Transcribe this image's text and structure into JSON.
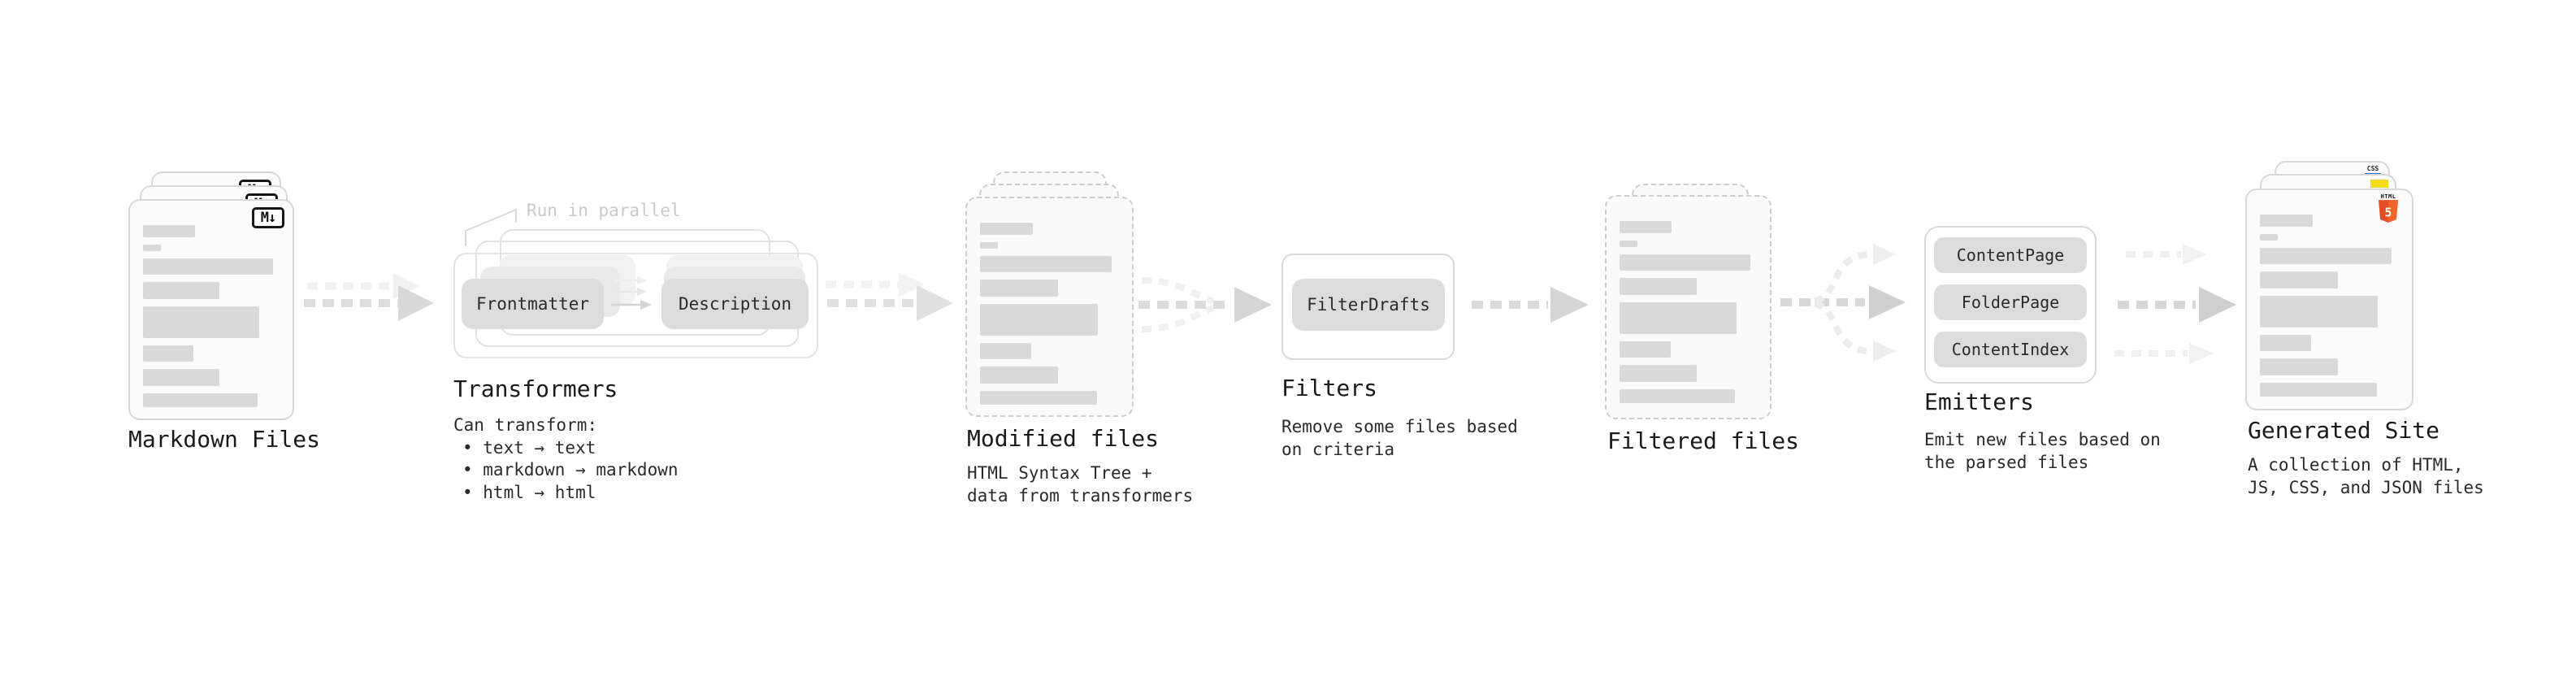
{
  "stages": {
    "markdown": {
      "label": "Markdown Files",
      "icon_label": "M↓"
    },
    "transformers": {
      "label": "Transformers",
      "note": "Run in parallel",
      "pill_left": "Frontmatter",
      "pill_right": "Description",
      "desc_title": "Can transform:",
      "bullets": [
        "• text → text",
        "• markdown → markdown",
        "• html → html"
      ]
    },
    "modified": {
      "label": "Modified files",
      "desc": [
        "HTML Syntax Tree +",
        "data from transformers"
      ]
    },
    "filters": {
      "label": "Filters",
      "pill": "FilterDrafts",
      "desc": [
        "Remove some files based",
        "on criteria"
      ]
    },
    "filtered": {
      "label": "Filtered files"
    },
    "emitters": {
      "label": "Emitters",
      "pills": [
        "ContentPage",
        "FolderPage",
        "ContentIndex"
      ],
      "desc": [
        "Emit new files based on",
        "the parsed files"
      ]
    },
    "generated": {
      "label": "Generated Site",
      "desc": [
        "A collection of HTML,",
        "JS, CSS, and JSON files"
      ],
      "css_badge": "CSS",
      "html_badge": {
        "word": "HTML",
        "number": "5"
      }
    }
  },
  "colors": {
    "background": "#ffffff",
    "bar_gray": "#d9d9d9",
    "pill_gray": "#dcdcdc",
    "arrow_gray": "#d6d6d6",
    "arrow_light": "#efefef",
    "html5_orange": "#e44d26",
    "js_yellow": "#f5de19",
    "css_blue": "#2965f1"
  }
}
